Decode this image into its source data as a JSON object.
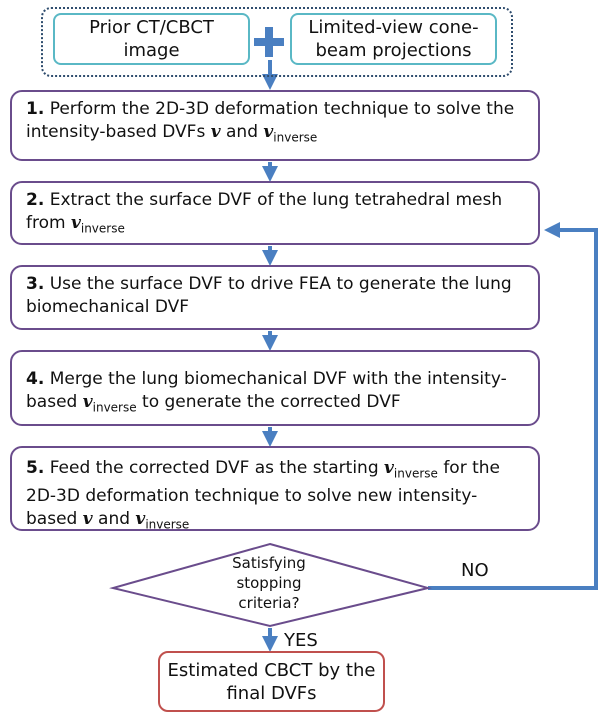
{
  "inputs": {
    "prior_image": "Prior CT/CBCT image",
    "projections": "Limited-view cone-beam projections"
  },
  "steps": [
    {
      "number": "1.",
      "t1": "Perform the 2D-3D deformation technique to solve the intensity-based DVFs ",
      "v1": "v",
      "t2": " and ",
      "v2": "v",
      "sub2": "inverse",
      "t3": ""
    },
    {
      "number": "2.",
      "t1": "Extract the surface DVF of the lung tetrahedral mesh from ",
      "v1": "v",
      "sub1": "inverse"
    },
    {
      "number": "3.",
      "t1": "Use the surface DVF to drive FEA to generate the lung biomechanical DVF"
    },
    {
      "number": "4.",
      "t1": "Merge the lung biomechanical DVF with the intensity-based ",
      "v1": "v",
      "sub1": "inverse",
      "t2": " to generate the corrected DVF"
    },
    {
      "number": "5.",
      "t1": "Feed the corrected DVF as the starting ",
      "v1": "v",
      "sub1": "inverse",
      "t2": " for the 2D-3D deformation technique to solve new intensity-based ",
      "v2": "v",
      "t3": " and ",
      "v3": "v",
      "sub3": "inverse"
    }
  ],
  "decision": "Satisfying stopping criteria?",
  "labels": {
    "no": "NO",
    "yes": "YES"
  },
  "output": "Estimated CBCT by the final DVFs",
  "colors": {
    "input_border": "#5ab8c5",
    "group_border": "#2f4d6e",
    "step_border": "#6a4c8c",
    "output_border": "#c0504d",
    "arrow": "#4a7fc1",
    "decision_border": "#6a4c8c"
  }
}
